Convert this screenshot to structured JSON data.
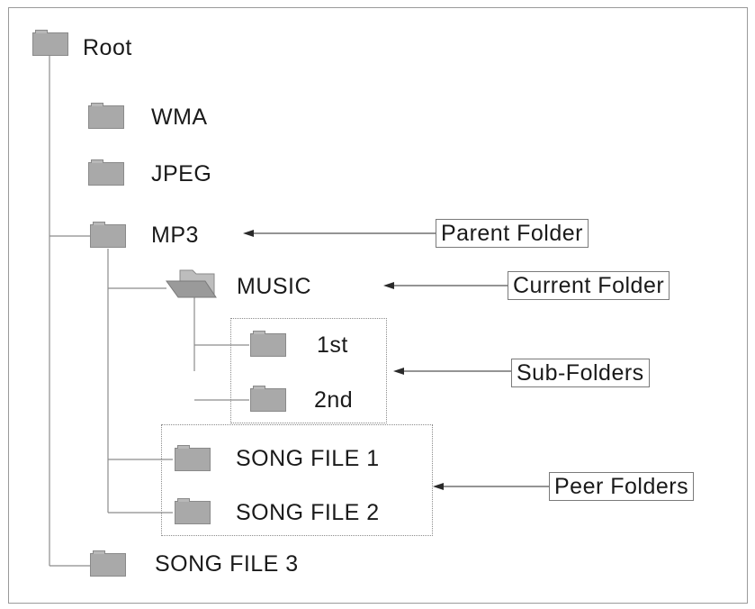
{
  "tree": {
    "root": {
      "label": "Root",
      "icon": "folder-icon"
    },
    "wma": {
      "label": "WMA",
      "icon": "folder-icon"
    },
    "jpeg": {
      "label": "JPEG",
      "icon": "folder-icon"
    },
    "mp3": {
      "label": "MP3",
      "icon": "folder-icon"
    },
    "music": {
      "label": "MUSIC",
      "icon": "open-folder-icon"
    },
    "first": {
      "label": "1st",
      "icon": "folder-icon"
    },
    "second": {
      "label": "2nd",
      "icon": "folder-icon"
    },
    "song1": {
      "label": "SONG FILE 1",
      "icon": "folder-icon"
    },
    "song2": {
      "label": "SONG FILE 2",
      "icon": "folder-icon"
    },
    "song3": {
      "label": "SONG FILE 3",
      "icon": "folder-icon"
    }
  },
  "callouts": {
    "parent": "Parent Folder",
    "current": "Current Folder",
    "sub": "Sub-Folders",
    "peer": "Peer Folders"
  },
  "colors": {
    "folder": "#a9a9a9",
    "line": "#8c8c8c",
    "text": "#1a1a1a"
  }
}
